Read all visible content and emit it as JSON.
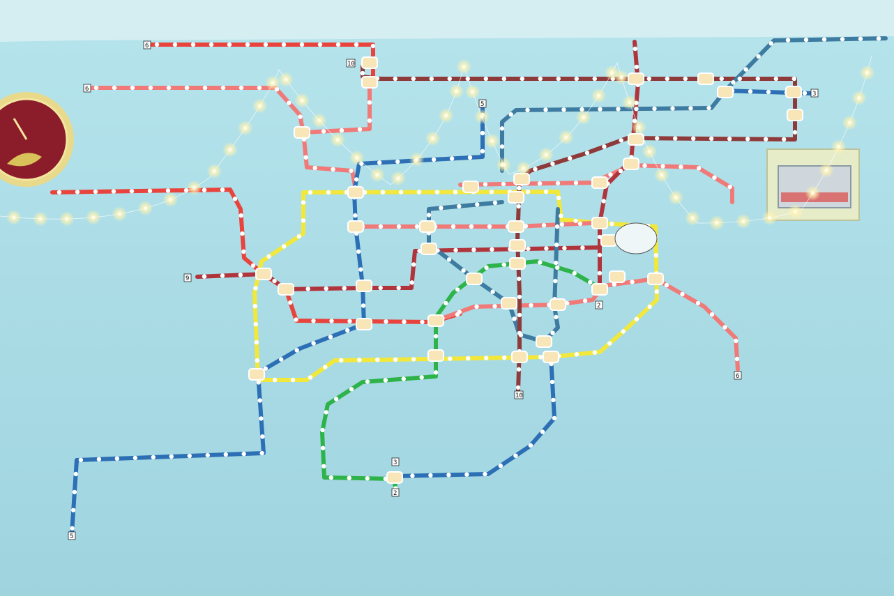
{
  "scene": {
    "subject": "yarn-metro-map-wall",
    "colors": {
      "wall": "#a6dbe6",
      "ceiling": "#cfecf1",
      "line_red": "#e8443d",
      "line_pink": "#f07a78",
      "line_darkred": "#8e3a3a",
      "line_blue": "#2c6fb5",
      "line_steelblue": "#3e7ba0",
      "line_yellow": "#f2e83c",
      "line_green": "#2eb34a",
      "station": "#ffffff",
      "interchange": "#f9e6b8",
      "fairy_light": "#fff6c8",
      "clock_rim": "#e9d98a",
      "clock_face": "#8b1d2b",
      "panel": "#e7ecc8"
    }
  },
  "labels": {
    "hotel_text": "",
    "hotel_text_top": "",
    "line_numbers": [
      "6",
      "6",
      "10",
      "5",
      "3",
      "9",
      "2",
      "5",
      "3",
      "2",
      "10",
      "6"
    ]
  },
  "line_end_labels": []
}
